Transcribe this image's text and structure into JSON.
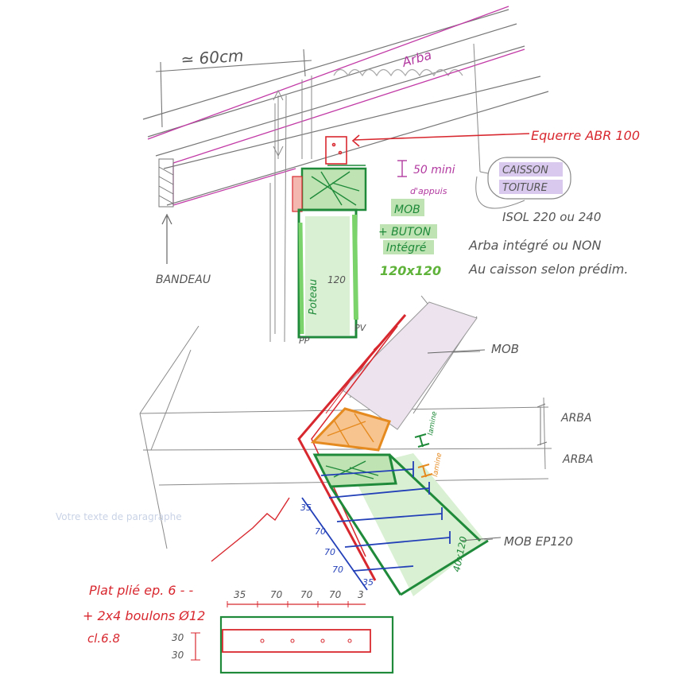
{
  "labels": {
    "width_dim": "≃ 60cm",
    "arba_top": "Arba",
    "equerre": "Equerre ABR 100",
    "appui_a": "50 mini",
    "appui_b": "d'appuis",
    "caisson_a": "CAISSON",
    "caisson_b": "TOITURE",
    "iso": "ISOL 220 ou 240",
    "note_a": "Arba intégré ou NON",
    "note_b": "Au caisson selon prédim.",
    "mob_tag": "MOB",
    "buton_a": "+ BUTON",
    "buton_b": "Intégré",
    "section": "120x120",
    "bandeau": "BANDEAU",
    "poteau": "Poteau",
    "dim_120": "120",
    "pp": "PP",
    "pv": "PV",
    "mob_right": "MOB",
    "arba_1": "ARBA",
    "arba_2": "ARBA",
    "lamine_1": "lamine",
    "lamine_2": "lamine",
    "placeholder": "Votre texte de paragraphe",
    "mob_ep": "MOB EP120",
    "mob_wall": "40x120",
    "plat_a": "Plat plié ep. 6 - -",
    "plat_b": "+ 2x4 boulons Ø12",
    "plat_c": "cl.6.8",
    "dim_top": [
      "35",
      "70",
      "70",
      "70",
      "3"
    ],
    "dim_side": [
      "30",
      "30"
    ],
    "dim_diag": [
      "35",
      "70",
      "70",
      "70",
      "35"
    ]
  }
}
